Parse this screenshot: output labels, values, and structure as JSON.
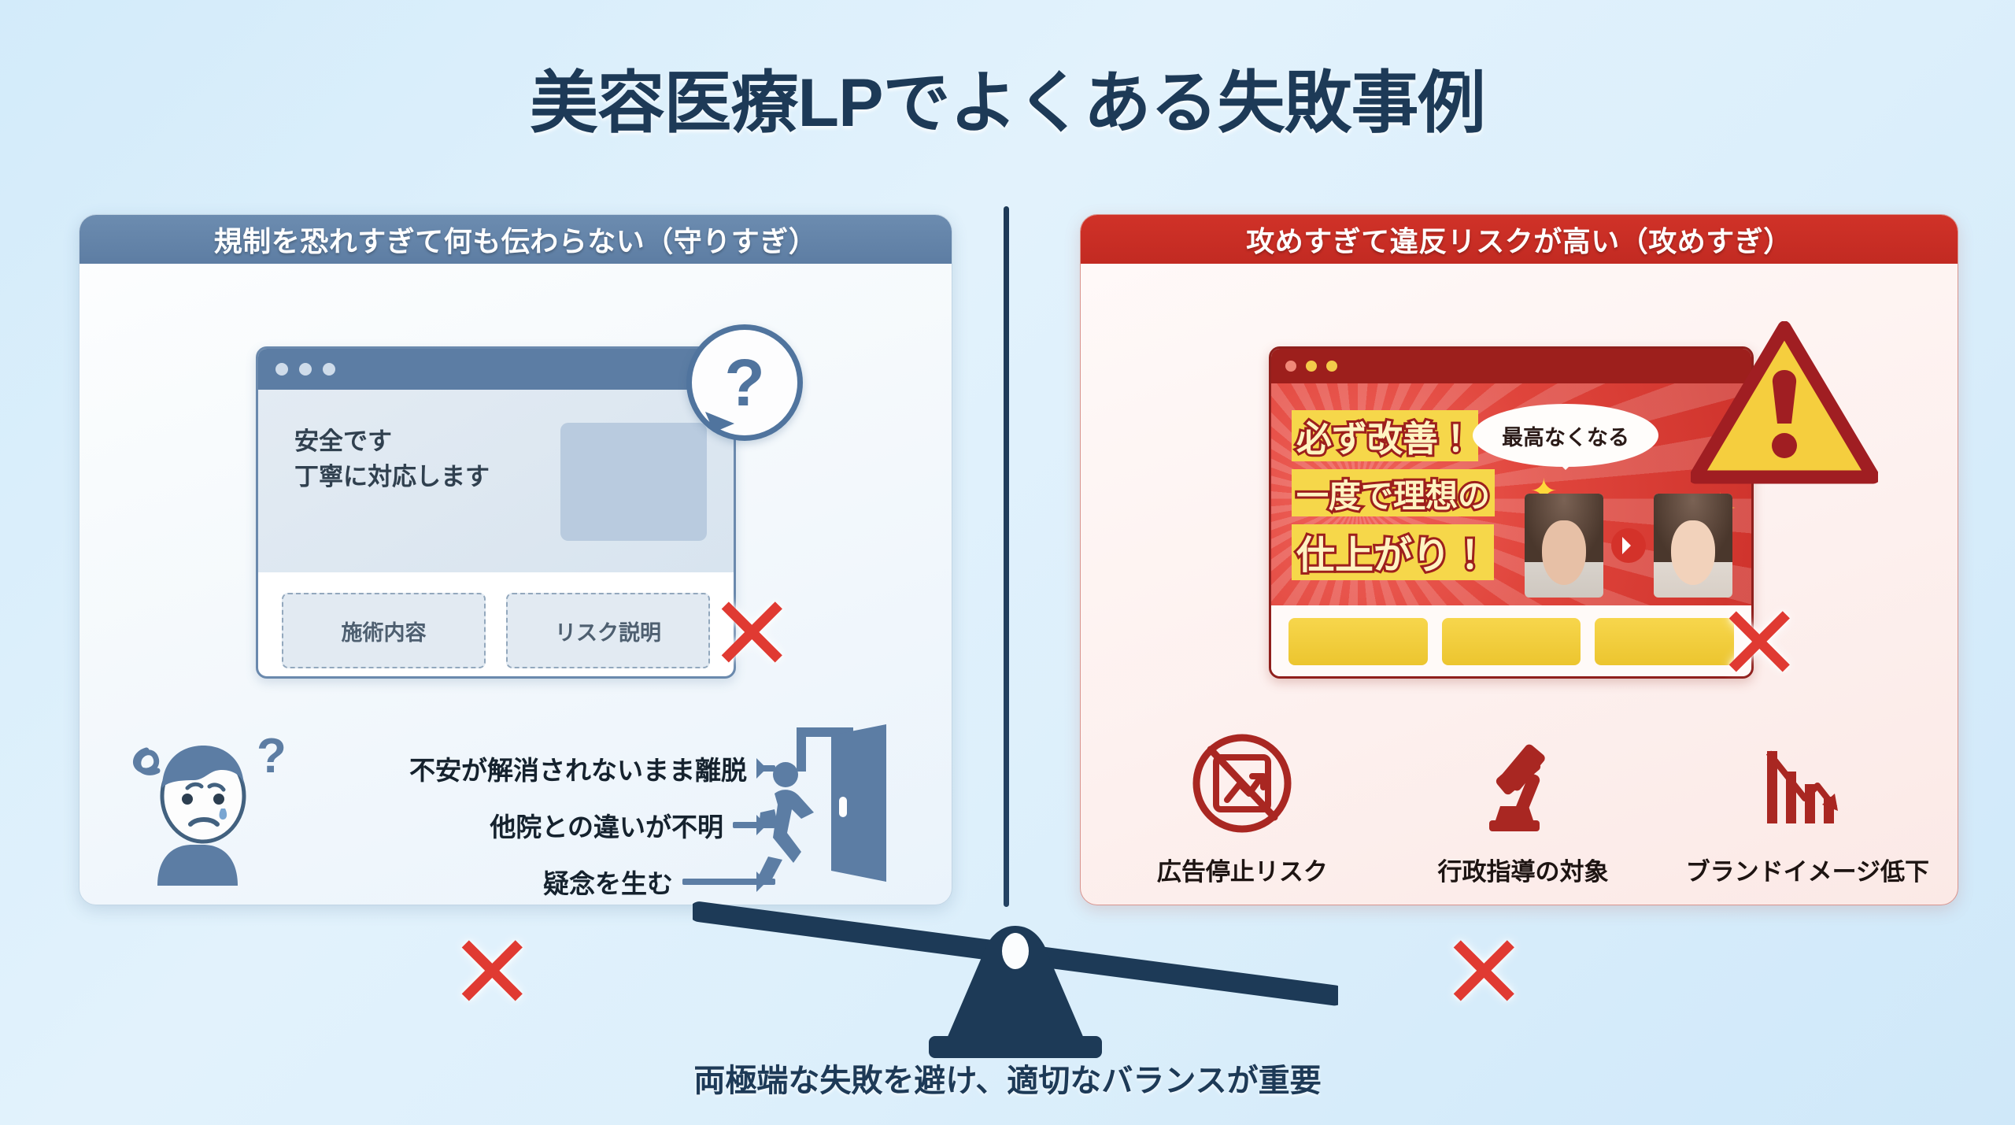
{
  "title": "美容医療LPでよくある失敗事例",
  "caption": "両極端な失敗を避け、適切なバランスが重要",
  "colors": {
    "background": "#d8eefb",
    "title_navy": "#1d3a57",
    "left_header_blue": "#5d7da3",
    "right_header_red": "#c22a22",
    "x_mark_red": "#e03a32",
    "warning_yellow": "#f5ce3e",
    "warning_border_red": "#a01e22",
    "cta_yellow": "#f0ca33"
  },
  "left_panel": {
    "header": "規制を恐れすぎて何も伝わらない（守りすぎ）",
    "mockup": {
      "window_dots": 3,
      "hero_line1": "安全です",
      "hero_line2": "丁寧に対応します",
      "buttons": [
        "施術内容",
        "リスク説明"
      ],
      "bubble_glyph": "?"
    },
    "bullets": [
      "不安が解消されないまま離脱",
      "他院との違いが不明",
      "疑念を生む"
    ],
    "icons": [
      "worried-person-icon",
      "exit-door-icon"
    ]
  },
  "right_panel": {
    "header": "攻めすぎて違反リスクが高い（攻めすぎ）",
    "mockup": {
      "window_dots": 3,
      "copy_line1": "必ず改善！",
      "copy_line2": "一度で理想の",
      "copy_line3": "仕上がり！",
      "speech_bubble": "最高なくなる",
      "before_after": [
        "before",
        "after"
      ],
      "cta_buttons": 3
    },
    "risks": [
      {
        "icon": "no-ads-icon",
        "label": "広告停止リスク"
      },
      {
        "icon": "gavel-icon",
        "label": "行政指導の対象"
      },
      {
        "icon": "declining-chart-icon",
        "label": "ブランドイメージ低下"
      }
    ],
    "warning_icon": "warning-triangle-icon"
  },
  "x_marks": [
    "✕",
    "✕",
    "✕",
    "✕"
  ],
  "seesaw": {
    "icon": "seesaw-balance-icon",
    "tilt": "right-side-down"
  }
}
